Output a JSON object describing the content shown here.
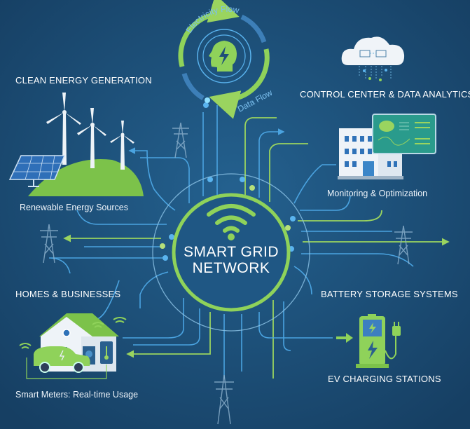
{
  "colors": {
    "background": "#1b4a72",
    "green": "#8fd25a",
    "blue": "#4aa3e0",
    "text": "#ffffff"
  },
  "top_cycle": {
    "electricity_flow": "Electricity Flow",
    "data_flow": "Data Flow",
    "icon": "head-lightning-icon"
  },
  "center": {
    "line1": "SMART GRID",
    "line2": "NETWORK",
    "icon": "wifi-icon"
  },
  "sections": {
    "clean_energy": {
      "title": "CLEAN ENERGY GENERATION",
      "caption": "Renewable Energy Sources"
    },
    "control_center": {
      "title": "CONTROL CENTER & DATA ANALYTICS",
      "caption": "Monitoring & Optimization"
    },
    "homes": {
      "title": "HOMES & BUSINESSES",
      "caption": "Smart Meters: Real-time Usage"
    },
    "battery": {
      "title": "BATTERY STORAGE SYSTEMS",
      "caption": "EV CHARGING STATIONS"
    }
  }
}
